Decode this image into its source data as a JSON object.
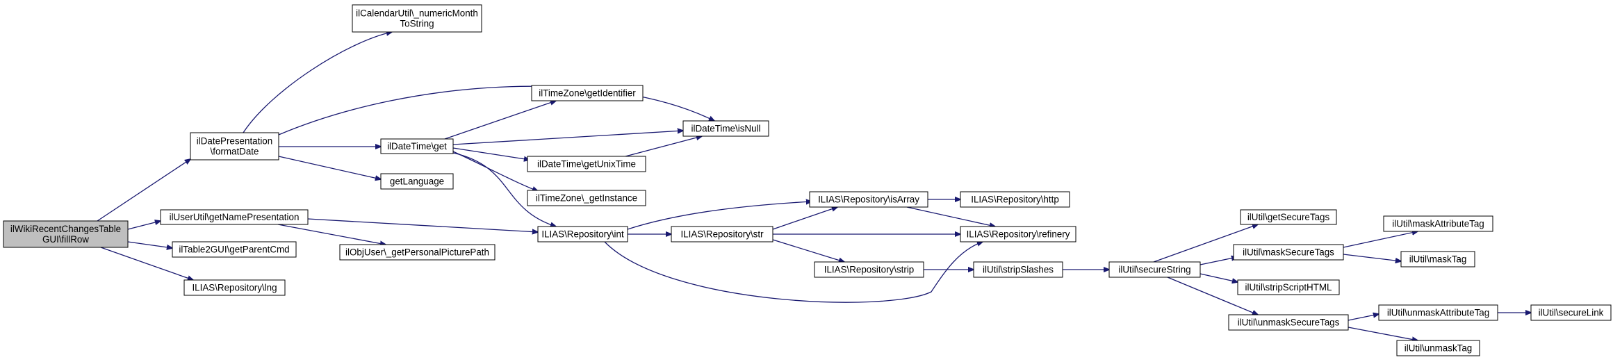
{
  "colors": {
    "edge": "#191970",
    "node_fill": "#ffffff",
    "root_fill": "#bfbfbf",
    "border": "#000000"
  },
  "nodes": [
    {
      "id": "root",
      "lines": [
        "ilWikiRecentChangesTable",
        "GUI\\fillRow"
      ],
      "root": true
    },
    {
      "id": "formatDate",
      "lines": [
        "ilDatePresentation",
        "\\formatDate"
      ]
    },
    {
      "id": "getNamePres",
      "lines": [
        "ilUserUtil\\getNamePresentation"
      ]
    },
    {
      "id": "getParentCmd",
      "lines": [
        "ilTable2GUI\\getParentCmd"
      ]
    },
    {
      "id": "lng",
      "lines": [
        "ILIAS\\Repository\\lng"
      ]
    },
    {
      "id": "numericMonth",
      "lines": [
        "ilCalendarUtil\\_numericMonth",
        "ToString"
      ]
    },
    {
      "id": "dtGet",
      "lines": [
        "ilDateTime\\get"
      ]
    },
    {
      "id": "getLanguage",
      "lines": [
        "getLanguage"
      ]
    },
    {
      "id": "picPath",
      "lines": [
        "ilObjUser\\_getPersonalPicturePath"
      ]
    },
    {
      "id": "repoInt",
      "lines": [
        "ILIAS\\Repository\\int"
      ]
    },
    {
      "id": "tzIdent",
      "lines": [
        "ilTimeZone\\getIdentifier"
      ]
    },
    {
      "id": "getUnixTime",
      "lines": [
        "ilDateTime\\getUnixTime"
      ]
    },
    {
      "id": "tzInstance",
      "lines": [
        "ilTimeZone\\_getInstance"
      ]
    },
    {
      "id": "isNull",
      "lines": [
        "ilDateTime\\isNull"
      ]
    },
    {
      "id": "repoStr",
      "lines": [
        "ILIAS\\Repository\\str"
      ]
    },
    {
      "id": "isArray",
      "lines": [
        "ILIAS\\Repository\\isArray"
      ]
    },
    {
      "id": "strip",
      "lines": [
        "ILIAS\\Repository\\strip"
      ]
    },
    {
      "id": "http",
      "lines": [
        "ILIAS\\Repository\\http"
      ]
    },
    {
      "id": "refinery",
      "lines": [
        "ILIAS\\Repository\\refinery"
      ]
    },
    {
      "id": "stripSlashes",
      "lines": [
        "ilUtil\\stripSlashes"
      ]
    },
    {
      "id": "secureString",
      "lines": [
        "ilUtil\\secureString"
      ]
    },
    {
      "id": "getSecureTags",
      "lines": [
        "ilUtil\\getSecureTags"
      ]
    },
    {
      "id": "maskSecureTags",
      "lines": [
        "ilUtil\\maskSecureTags"
      ]
    },
    {
      "id": "stripScript",
      "lines": [
        "ilUtil\\stripScriptHTML"
      ]
    },
    {
      "id": "unmaskSecureTags",
      "lines": [
        "ilUtil\\unmaskSecureTags"
      ]
    },
    {
      "id": "maskAttr",
      "lines": [
        "ilUtil\\maskAttributeTag"
      ]
    },
    {
      "id": "maskTag",
      "lines": [
        "ilUtil\\maskTag"
      ]
    },
    {
      "id": "unmaskAttr",
      "lines": [
        "ilUtil\\unmaskAttributeTag"
      ]
    },
    {
      "id": "unmaskTag",
      "lines": [
        "ilUtil\\unmaskTag"
      ]
    },
    {
      "id": "secureLink",
      "lines": [
        "ilUtil\\secureLink"
      ]
    }
  ],
  "edges": [
    [
      "root",
      "formatDate"
    ],
    [
      "root",
      "getNamePres"
    ],
    [
      "root",
      "getParentCmd"
    ],
    [
      "root",
      "lng"
    ],
    [
      "formatDate",
      "numericMonth"
    ],
    [
      "formatDate",
      "isNull"
    ],
    [
      "formatDate",
      "dtGet"
    ],
    [
      "formatDate",
      "getLanguage"
    ],
    [
      "dtGet",
      "tzIdent"
    ],
    [
      "dtGet",
      "isNull"
    ],
    [
      "dtGet",
      "getUnixTime"
    ],
    [
      "dtGet",
      "tzInstance"
    ],
    [
      "dtGet",
      "repoInt"
    ],
    [
      "getUnixTime",
      "isNull"
    ],
    [
      "getNamePres",
      "repoInt"
    ],
    [
      "getNamePres",
      "picPath"
    ],
    [
      "repoInt",
      "isArray"
    ],
    [
      "repoInt",
      "repoStr"
    ],
    [
      "repoInt",
      "refinery"
    ],
    [
      "repoStr",
      "isArray"
    ],
    [
      "repoStr",
      "refinery"
    ],
    [
      "repoStr",
      "strip"
    ],
    [
      "isArray",
      "http"
    ],
    [
      "isArray",
      "refinery"
    ],
    [
      "strip",
      "stripSlashes"
    ],
    [
      "stripSlashes",
      "secureString"
    ],
    [
      "secureString",
      "getSecureTags"
    ],
    [
      "secureString",
      "maskSecureTags"
    ],
    [
      "secureString",
      "stripScript"
    ],
    [
      "secureString",
      "unmaskSecureTags"
    ],
    [
      "maskSecureTags",
      "maskAttr"
    ],
    [
      "maskSecureTags",
      "maskTag"
    ],
    [
      "unmaskSecureTags",
      "unmaskAttr"
    ],
    [
      "unmaskSecureTags",
      "unmaskTag"
    ],
    [
      "unmaskAttr",
      "secureLink"
    ]
  ]
}
